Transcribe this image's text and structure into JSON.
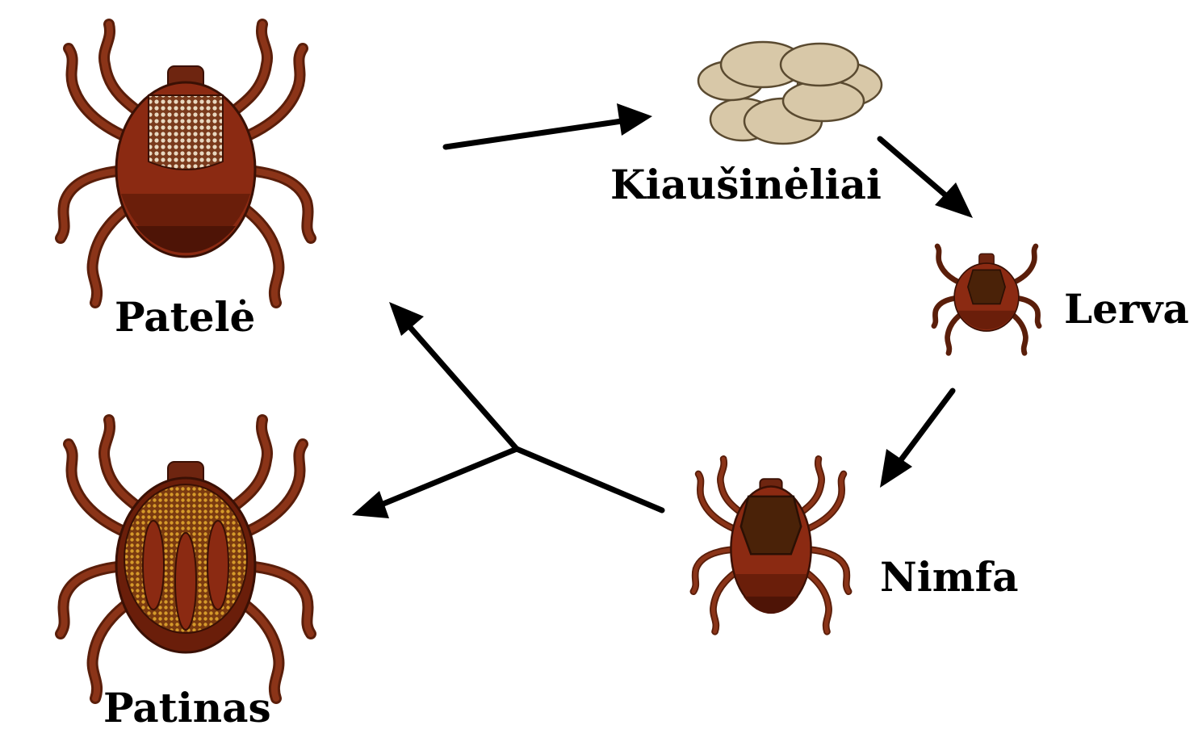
{
  "stages": {
    "female": "Patelė",
    "eggs": "Kiaušinėliai",
    "larva": "Lerva",
    "nymph": "Nimfa",
    "male": "Patinas"
  },
  "colors": {
    "body": "#8b2a12",
    "body_dark": "#5c1a08",
    "leg": "#6e2510",
    "shield": "#4a2208",
    "egg": "#d8c8a8",
    "arrow": "#000000"
  }
}
